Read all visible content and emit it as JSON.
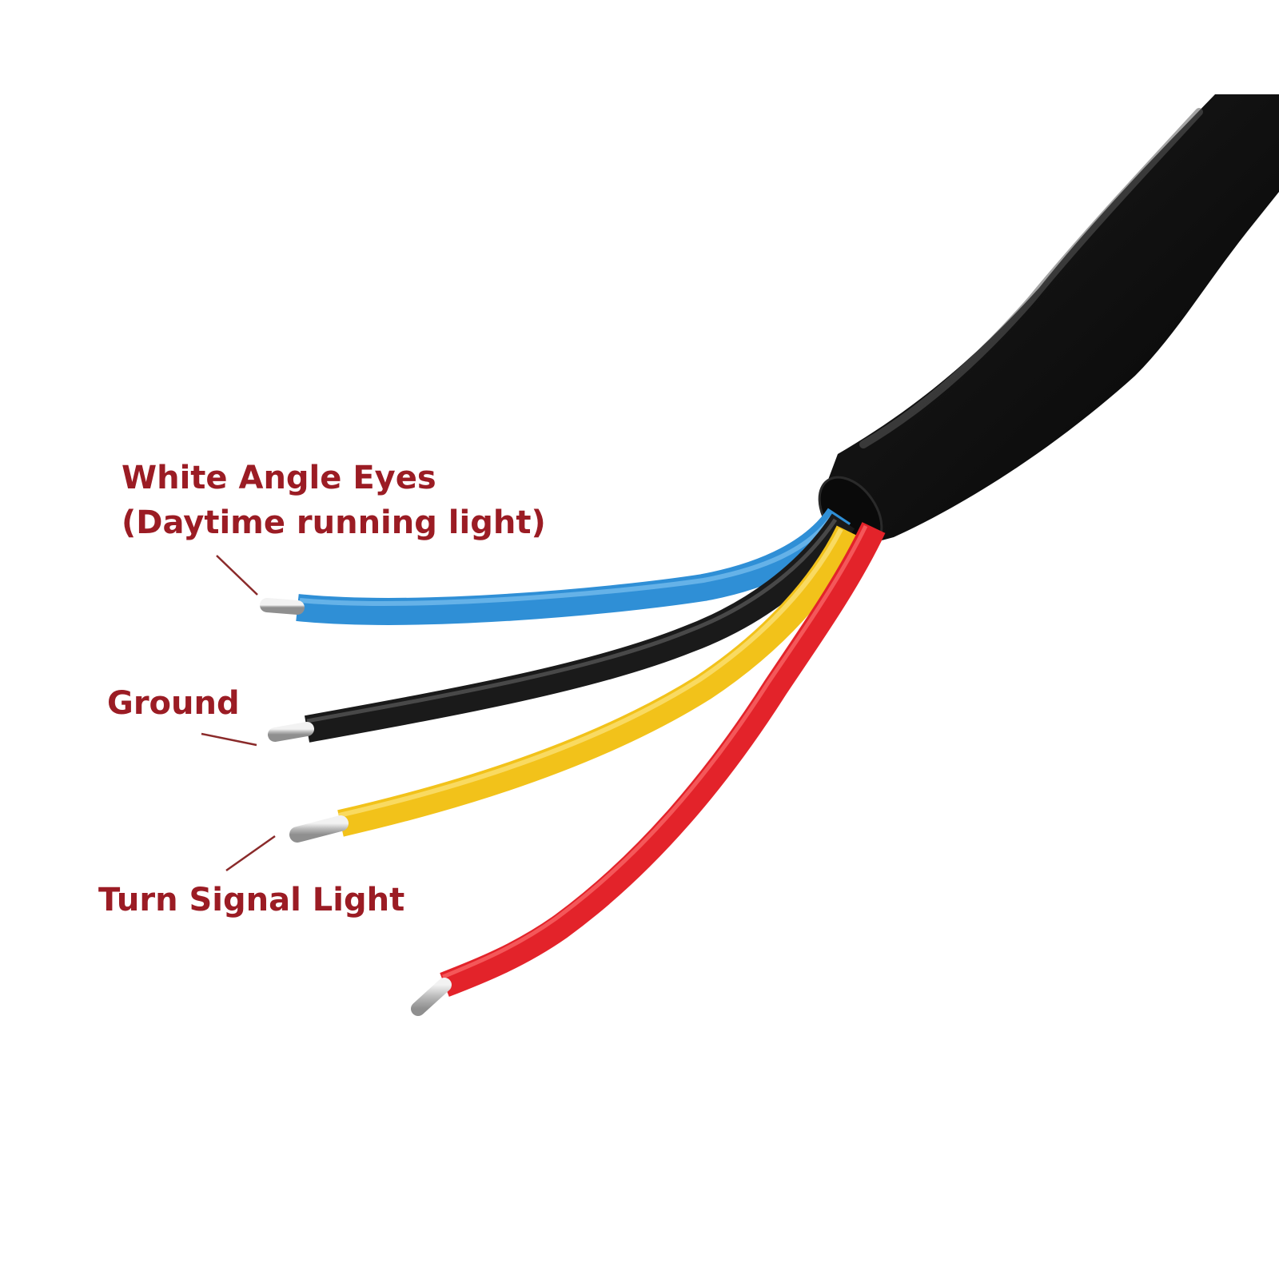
{
  "labels": {
    "white_angle_eyes_line1": "White Angle Eyes",
    "white_angle_eyes_line2": "(Daytime running light)",
    "ground": "Ground",
    "turn_signal_light": "Turn Signal Light"
  },
  "colors": {
    "label_text": "#9b1c24",
    "leader_line": "#8a2a2a",
    "cable_jacket": "#141414",
    "wire_blue": "#2f8fd6",
    "wire_black": "#1a1a1a",
    "wire_yellow": "#f2c21a",
    "wire_red": "#e3232a",
    "conductor": "#c8c8c8",
    "background": "#ffffff"
  }
}
